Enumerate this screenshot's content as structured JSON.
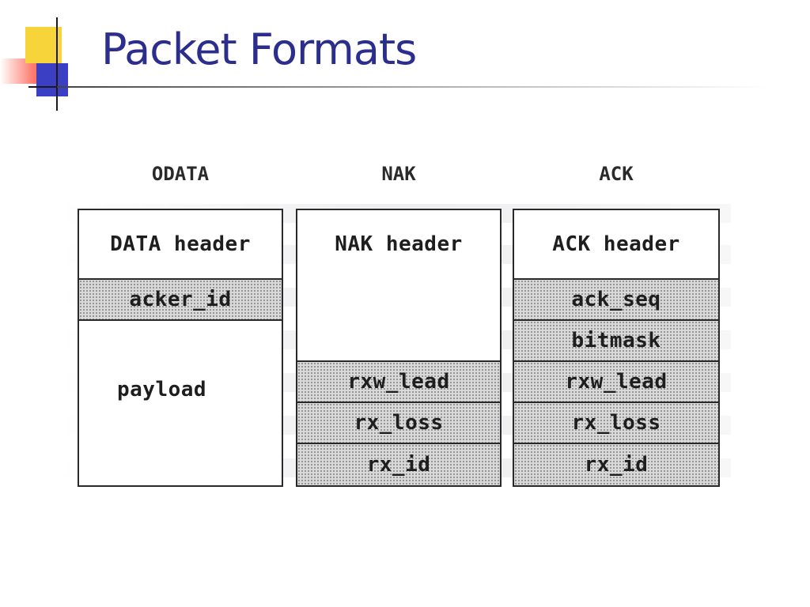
{
  "slide": {
    "title": "Packet Formats"
  },
  "figure": {
    "packets": [
      {
        "label": "ODATA",
        "fields": [
          "DATA header",
          "acker_id",
          "payload"
        ]
      },
      {
        "label": "NAK",
        "fields": [
          "NAK header",
          "rxw_lead",
          "rx_loss",
          "rx_id"
        ]
      },
      {
        "label": "ACK",
        "fields": [
          "ACK header",
          "ack_seq",
          "bitmask",
          "rxw_lead",
          "rx_loss",
          "rx_id"
        ]
      }
    ]
  },
  "colors": {
    "title": "#2b2e8c",
    "logo_yellow": "#f6d43a",
    "logo_blue": "#3a3fc4",
    "logo_red": "#ff5a4a"
  }
}
